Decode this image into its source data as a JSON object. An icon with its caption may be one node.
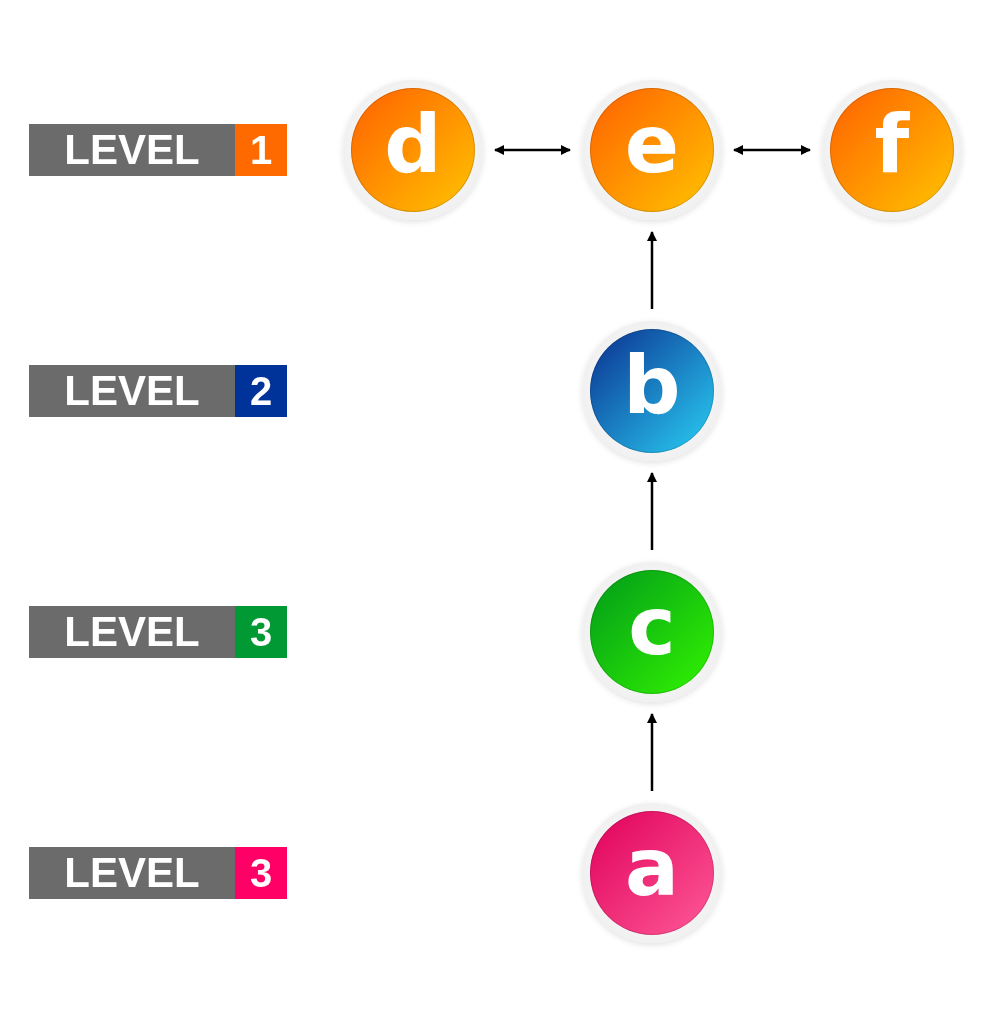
{
  "diagram": {
    "nodes": [
      {
        "text": [
          "LEVEL",
          "1"
        ]
      },
      {
        "text": [
          "d"
        ]
      },
      {
        "text": [
          "e"
        ]
      },
      {
        "text": [
          "f"
        ]
      },
      {
        "text": [
          "LEVEL",
          "2"
        ]
      },
      {
        "text": [
          "b"
        ]
      },
      {
        "text": [
          "LEVEL",
          "3"
        ]
      },
      {
        "text": [
          "c"
        ]
      },
      {
        "text": [
          "LEVEL",
          "3"
        ]
      },
      {
        "text": [
          "a"
        ]
      }
    ],
    "edges": [
      {
        "from": 1,
        "to": 2,
        "arrow": "both"
      },
      {
        "from": 2,
        "to": 3,
        "arrow": "both"
      },
      {
        "from": 5,
        "to": 2,
        "arrow": "to"
      },
      {
        "from": 7,
        "to": 5,
        "arrow": "to"
      },
      {
        "from": 9,
        "to": 7,
        "arrow": "to"
      }
    ]
  }
}
